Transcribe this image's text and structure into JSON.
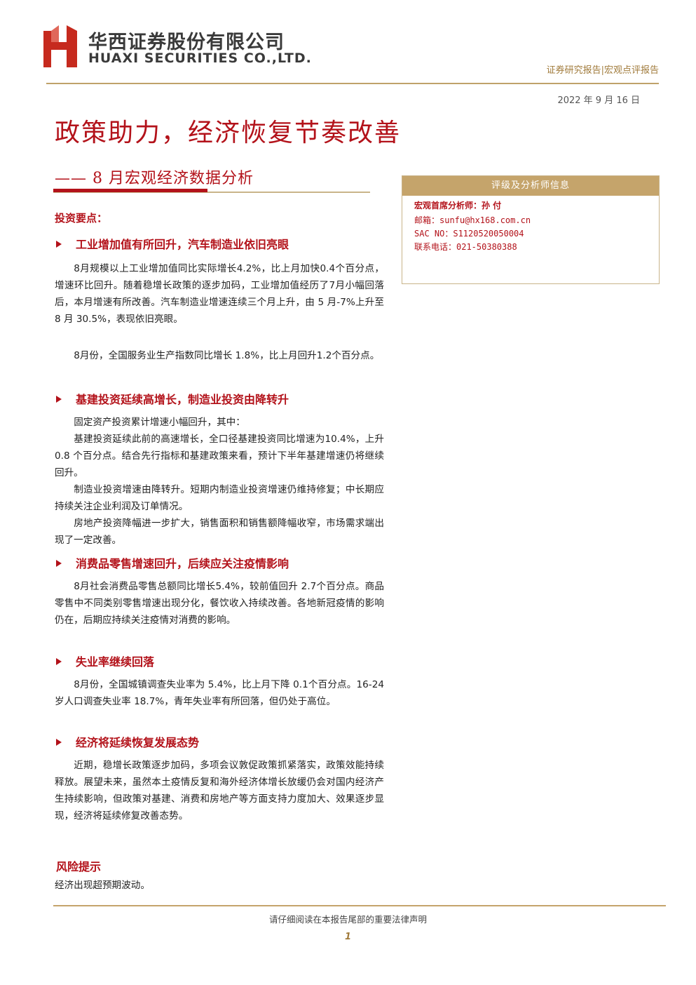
{
  "header": {
    "company_cn": "华西证券股份有限公司",
    "company_en": "HUAXI SECURITIES CO.,LTD.",
    "report_type": "证券研究报告|宏观点评报告",
    "date": "2022 年 9 月 16 日"
  },
  "colors": {
    "accent_red": "#b3121a",
    "gold": "#c5a46b"
  },
  "title": {
    "main": "政策助力，经济恢复节奏改善",
    "subtitle": "—— 8 月宏观经济数据分析"
  },
  "analyst": {
    "box_title": "评级及分析师信息",
    "name_line": "宏观首席分析师：孙 付",
    "email_line": "邮箱：sunfu@hx168.com.cn",
    "sac_line": "SAC NO：S1120520050004",
    "tel_line": "联系电话：021-50380388"
  },
  "body": {
    "key_points_title": "投资要点：",
    "sections": [
      {
        "heading": "工业增加值有所回升，汽车制造业依旧亮眼",
        "paragraphs": [
          "8月规模以上工业增加值同比实际增长4.2%，比上月加快0.4个百分点，增速环比回升。随着稳增长政策的逐步加码，工业增加值经历了7月小幅回落后，本月增速有所改善。汽车制造业增速连续三个月上升，由 5 月-7%上升至 8 月 30.5%，表现依旧亮眼。",
          "8月份，全国服务业生产指数同比增长 1.8%，比上月回升1.2个百分点。"
        ]
      },
      {
        "heading": "基建投资延续高增长，制造业投资由降转升",
        "paragraphs": [
          "固定资产投资累计增速小幅回升，其中：",
          "基建投资延续此前的高速增长，全口径基建投资同比增速为10.4%，上升 0.8 个百分点。结合先行指标和基建政策来看，预计下半年基建增速仍将继续回升。",
          "制造业投资增速由降转升。短期内制造业投资增速仍维持修复；中长期应持续关注企业利润及订单情况。",
          "房地产投资降幅进一步扩大，销售面积和销售额降幅收窄，市场需求端出现了一定改善。"
        ]
      },
      {
        "heading": "消费品零售增速回升，后续应关注疫情影响",
        "paragraphs": [
          "8月社会消费品零售总额同比增长5.4%，较前值回升 2.7个百分点。商品零售中不同类别零售增速出现分化，餐饮收入持续改善。各地新冠疫情的影响仍在，后期应持续关注疫情对消费的影响。"
        ]
      },
      {
        "heading": "失业率继续回落",
        "paragraphs": [
          "8月份，全国城镇调查失业率为 5.4%，比上月下降 0.1个百分点。16-24 岁人口调查失业率 18.7%，青年失业率有所回落，但仍处于高位。"
        ]
      },
      {
        "heading": "经济将延续恢复发展态势",
        "paragraphs": [
          "近期，稳增长政策逐步加码，多项会议敦促政策抓紧落实，政策效能持续释放。展望未来，虽然本土疫情反复和海外经济体增长放缓仍会对国内经济产生持续影响，但政策对基建、消费和房地产等方面支持力度加大、效果逐步显现，经济将延续修复改善态势。"
        ]
      }
    ],
    "risk_title": "风险提示",
    "risk_text": "经济出现超预期波动。"
  },
  "footer": {
    "note": "请仔细阅读在本报告尾部的重要法律声明",
    "page": "1"
  }
}
